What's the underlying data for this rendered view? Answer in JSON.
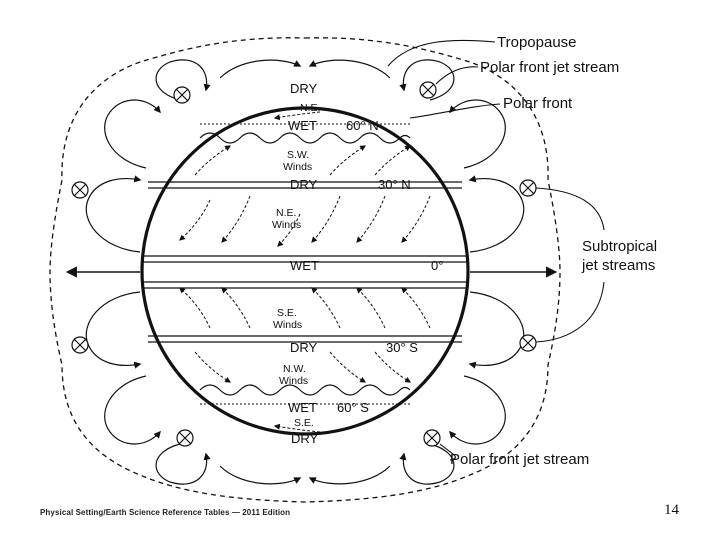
{
  "diagram": {
    "callouts": {
      "tropopause": "Tropopause",
      "polar_jet_top": "Polar front jet stream",
      "polar_front": "Polar front",
      "subtropical_1": "Subtropical",
      "subtropical_2": "jet streams",
      "polar_jet_bottom": "Polar front jet stream"
    },
    "zones": {
      "dry_top": "DRY",
      "ne_top": "N.E.",
      "wet_60n": "WET",
      "lat_60n": "60° N",
      "sw_1": "S.W.",
      "sw_2": "Winds",
      "dry_30n": "DRY",
      "lat_30n": "30° N",
      "ne_1": "N.E.",
      "ne_2": "Winds",
      "wet_eq": "WET",
      "lat_0": "0°",
      "se_1": "S.E.",
      "se_2": "Winds",
      "dry_30s": "DRY",
      "lat_30s": "30° S",
      "nw_1": "N.W.",
      "nw_2": "Winds",
      "wet_60s": "WET",
      "lat_60s": "60° S",
      "se_bottom": "S.E.",
      "dry_bottom": "DRY"
    }
  },
  "footer": {
    "source": "Physical Setting/Earth Science Reference Tables — 2011 Edition",
    "page_number": "14"
  }
}
